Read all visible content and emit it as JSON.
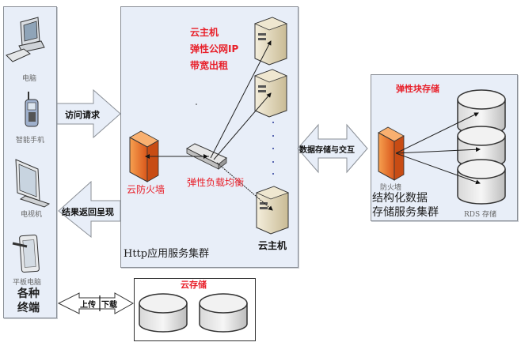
{
  "terminals": {
    "devices": [
      {
        "label": "电脑",
        "icon": "desktop-computer-icon"
      },
      {
        "label": "智能手机",
        "icon": "mobile-phone-icon"
      },
      {
        "label": "电视机",
        "icon": "tv-monitor-icon"
      },
      {
        "label": "平板电脑",
        "icon": "tablet-icon"
      }
    ],
    "title_line1": "各种",
    "title_line2": "终端"
  },
  "arrows": {
    "request": "访问请求",
    "response": "结果返回呈现",
    "data_exchange": "数据存储与交互",
    "upload_download_left": "上传",
    "upload_download_right": "下载"
  },
  "http_cluster": {
    "services": [
      "云主机",
      "弹性公网IP",
      "带宽出租"
    ],
    "firewall_label": "云防火墙",
    "load_balancer_label": "弹性负载均衡",
    "host_label": "云主机",
    "title": "Http应用服务集群"
  },
  "storage_cluster": {
    "block_storage_label": "弹性块存储",
    "firewall_label": "防火墙",
    "title_line1": "结构化数据",
    "title_line2": "存储服务集群",
    "rds_label": "RDS 存储"
  },
  "cloud_storage": {
    "label": "云存储"
  },
  "colors": {
    "panel_bg": "#e8eef8",
    "accent_red": "#e8202a",
    "firewall_orange": "#f07a2a",
    "server_beige": "#e6dcc0"
  }
}
